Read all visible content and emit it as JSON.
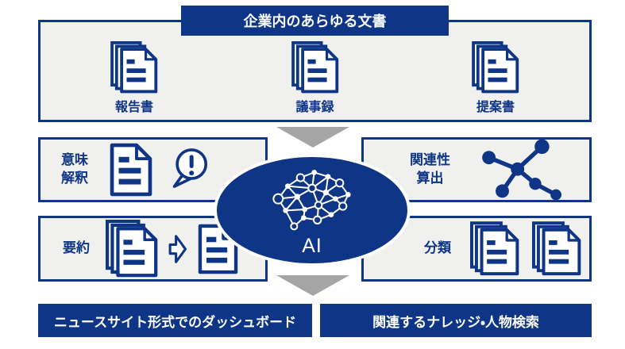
{
  "colors": {
    "navy": "#0e3586",
    "box_bg": "#f0f0ee",
    "arrow_gray": "#a5a5a5",
    "text_on_navy": "#ffffff"
  },
  "header": {
    "title": "企業内のあらゆる文書"
  },
  "source_box": {
    "items": [
      {
        "label": "報告書",
        "icon": "document-stack-icon"
      },
      {
        "label": "議事録",
        "icon": "document-stack-icon"
      },
      {
        "label": "提案書",
        "icon": "document-stack-icon"
      }
    ]
  },
  "ai_functions": {
    "semantic": {
      "label": "意味\n解釈",
      "icons": [
        "document-icon",
        "exclamation-bubble-icon"
      ]
    },
    "summary": {
      "label": "要約",
      "icons": [
        "document-stack-icon",
        "arrow-right-icon",
        "document-icon"
      ]
    },
    "relevance": {
      "label": "関連性\n算出",
      "icons": [
        "network-graph-icon"
      ]
    },
    "classification": {
      "label": "分類",
      "icons": [
        "document-stack-icon",
        "document-stack-icon"
      ]
    }
  },
  "ai_core": {
    "label": "AI",
    "icon": "brain-network-icon"
  },
  "outputs": [
    {
      "label": "ニュースサイト形式でのダッシュボード"
    },
    {
      "label": "関連するナレッジ・人物検索"
    }
  ]
}
